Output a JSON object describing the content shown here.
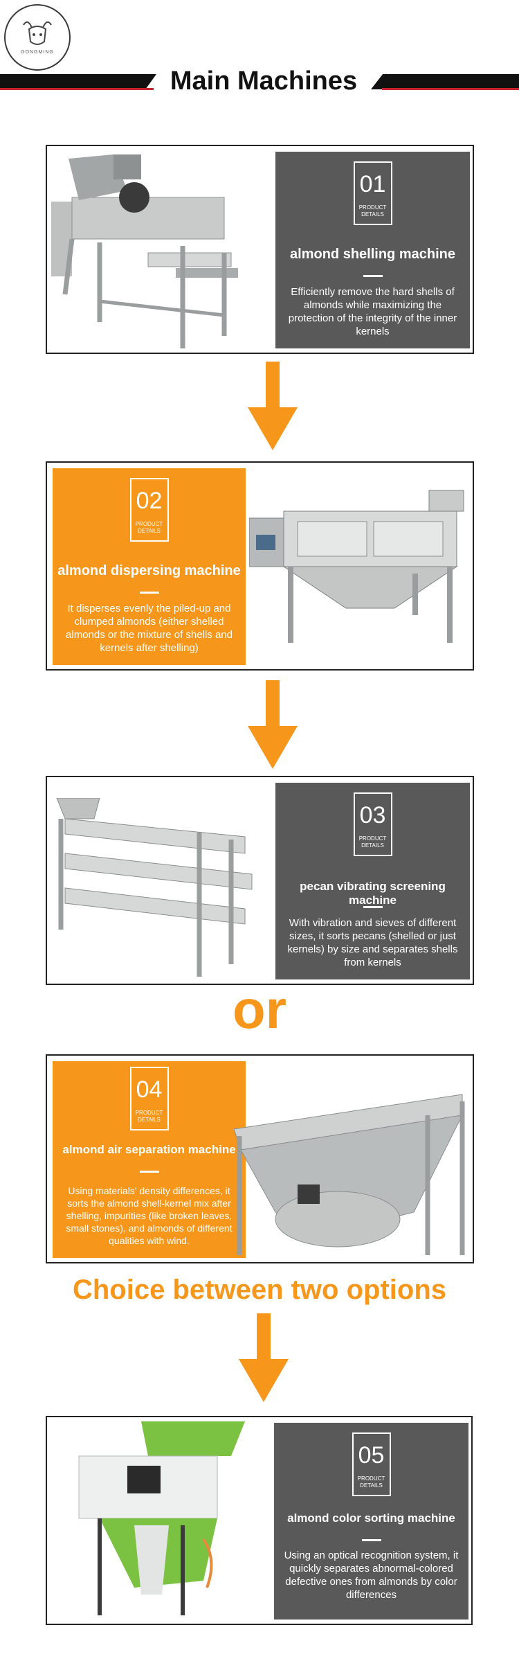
{
  "header": {
    "title": "Main Machines",
    "logo_text": "GONGMING"
  },
  "items": [
    {
      "num": "01",
      "details": "PRODUCT\nDETAILS",
      "name": "almond shelling machine",
      "desc": "Efficiently remove the hard shells of almonds while maximizing the protection of the integrity of the inner kernels",
      "panel_color": "#595959"
    },
    {
      "num": "02",
      "details": "PRODUCT\nDETAILS",
      "name": "almond dispersing machine",
      "desc": "It disperses evenly the piled-up and clumped almonds (either shelled almonds or the mixture of shells and kernels after shelling)",
      "panel_color": "#f6961b"
    },
    {
      "num": "03",
      "details": "PRODUCT\nDETAILS",
      "name": "pecan vibrating screening machine",
      "desc": "With vibration and sieves of different sizes, it sorts pecans (shelled or just kernels) by size and separates shells from kernels",
      "panel_color": "#595959"
    },
    {
      "num": "04",
      "details": "PRODUCT\nDETAILS",
      "name": "almond air separation machine",
      "desc": "Using materials' density differences, it sorts the almond shell-kernel mix after shelling, impurities (like broken leaves, small stones), and almonds of different qualities with wind.",
      "panel_color": "#f6961b"
    },
    {
      "num": "05",
      "details": "PRODUCT\nDETAILS",
      "name": "almond color sorting machine",
      "desc": "Using an optical recognition system, it quickly separates abnormal-colored defective ones from almonds by color differences",
      "panel_color": "#595959"
    }
  ],
  "or_text": "or",
  "choice_text": "Choice between two options",
  "colors": {
    "accent_orange": "#f6961b",
    "panel_gray": "#595959",
    "header_red": "#c8242b",
    "machine_green": "#7cc242"
  }
}
